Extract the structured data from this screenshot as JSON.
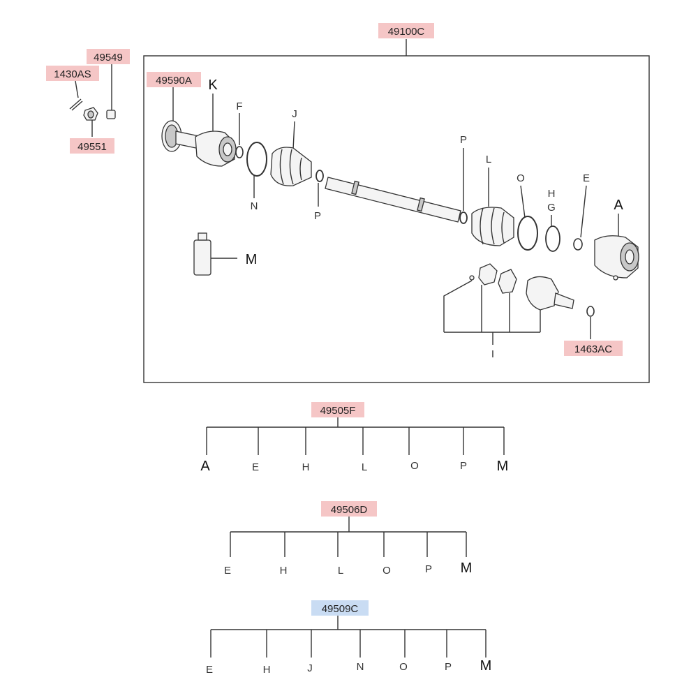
{
  "main_assembly": {
    "part_no": "49100C",
    "highlight": "#f5c6c6"
  },
  "loose_parts": [
    {
      "id": "p49549",
      "part_no": "49549",
      "highlight": "#f5c6c6"
    },
    {
      "id": "p1430AS",
      "part_no": "1430AS",
      "highlight": "#f5c6c6"
    },
    {
      "id": "p49551",
      "part_no": "49551",
      "highlight": "#f5c6c6"
    }
  ],
  "callouts": {
    "p49590A": "49590A",
    "p1463AC": "1463AC",
    "K": "K",
    "F": "F",
    "J": "J",
    "N": "N",
    "P1": "P",
    "P2": "P",
    "L": "L",
    "O": "O",
    "H": "H",
    "G": "G",
    "E": "E",
    "A": "A",
    "M": "M",
    "I": "I"
  },
  "kits": [
    {
      "part_no": "49505F",
      "highlight": "#f5c6c6",
      "items": [
        "A",
        "E",
        "H",
        "L",
        "O",
        "P",
        "M"
      ]
    },
    {
      "part_no": "49506D",
      "highlight": "#f5c6c6",
      "items": [
        "E",
        "H",
        "L",
        "O",
        "P",
        "M"
      ]
    },
    {
      "part_no": "49509C",
      "highlight": "#c9dcf3",
      "items": [
        "E",
        "H",
        "J",
        "N",
        "O",
        "P",
        "M"
      ]
    }
  ]
}
